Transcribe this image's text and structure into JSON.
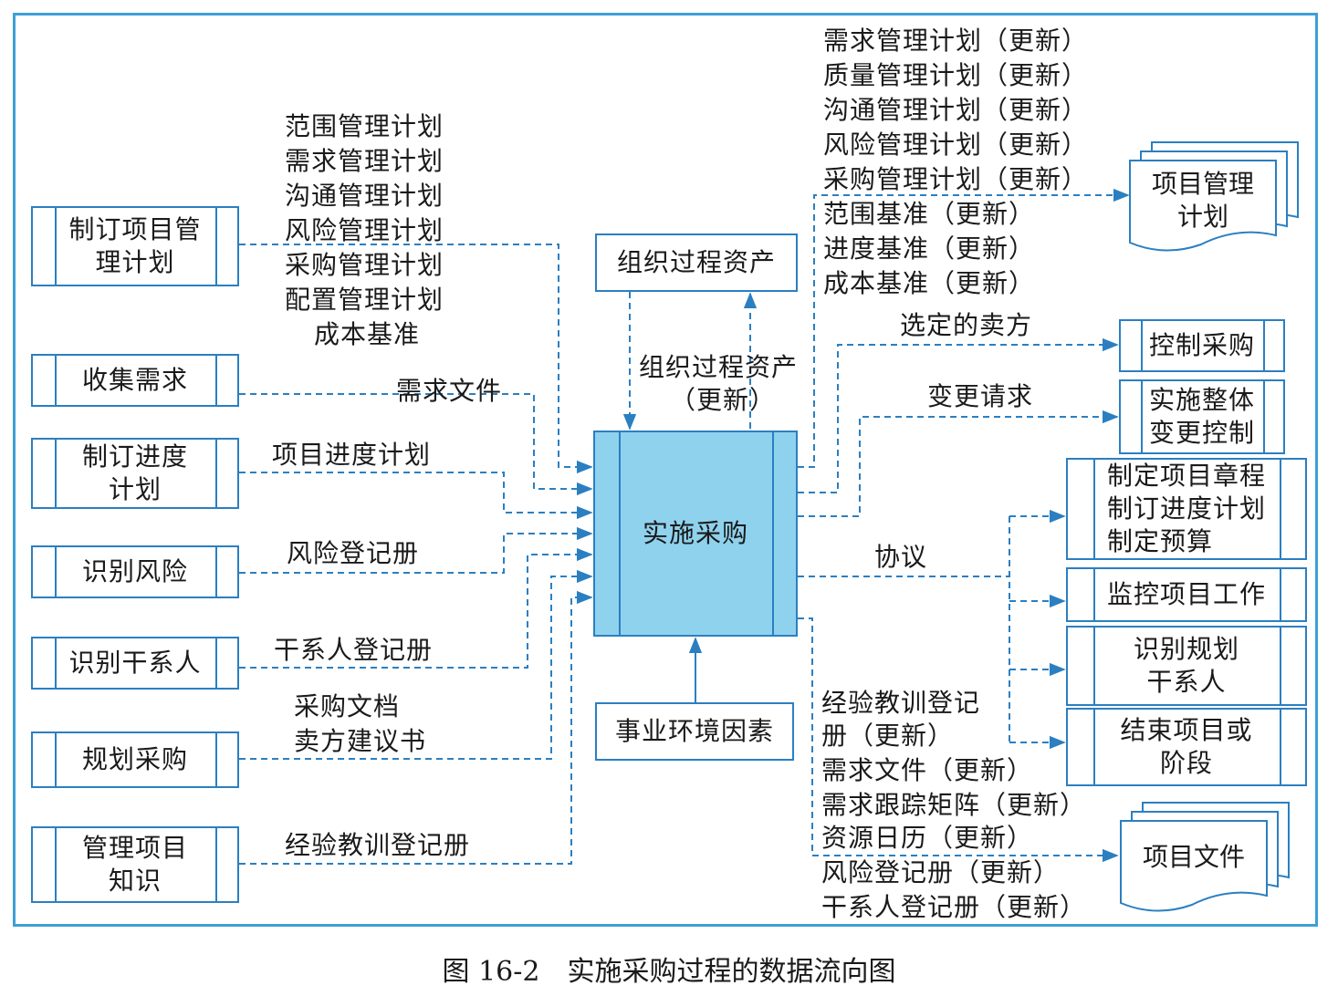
{
  "left_boxes": [
    {
      "id": "develop-pm-plan",
      "label": "制订项目管\n理计划"
    },
    {
      "id": "collect-requirements",
      "label": "收集需求"
    },
    {
      "id": "develop-schedule",
      "label": "制订进度\n计划"
    },
    {
      "id": "identify-risks",
      "label": "识别风险"
    },
    {
      "id": "identify-stakeholders",
      "label": "识别干系人"
    },
    {
      "id": "plan-procurement",
      "label": "规划采购"
    },
    {
      "id": "manage-project-knowledge",
      "label": "管理项目\n知识"
    }
  ],
  "left_inputs": {
    "pm_plan_components": [
      "范围管理计划",
      "需求管理计划",
      "沟通管理计划",
      "风险管理计划",
      "采购管理计划",
      "配置管理计划",
      "成本基准"
    ],
    "requirements_docs": "需求文件",
    "project_schedule": "项目进度计划",
    "risk_register": "风险登记册",
    "stakeholder_register": "干系人登记册",
    "procurement_docs": [
      "采购文档",
      "卖方建议书"
    ],
    "lessons_learned": "经验教训登记册"
  },
  "center": {
    "process": "实施采购",
    "opa_box": "组织过程资产",
    "opa_update_label": [
      "组织过程资产",
      "（更新）"
    ],
    "eef_box": "事业环境因素"
  },
  "right_outputs": {
    "pm_plan_updates": [
      "需求管理计划（更新）",
      "质量管理计划（更新）",
      "沟通管理计划（更新）",
      "风险管理计划（更新）",
      "采购管理计划（更新）",
      "范围基准（更新）",
      "进度基准（更新）",
      "成本基准（更新）"
    ],
    "selected_sellers": "选定的卖方",
    "change_requests": "变更请求",
    "agreements": "协议",
    "project_docs_updates": [
      "经验教训登记",
      "册（更新）",
      "需求文件（更新）",
      "需求跟踪矩阵（更新）",
      "资源日历（更新）",
      "风险登记册（更新）",
      "干系人登记册（更新）"
    ]
  },
  "right_boxes": {
    "pm_plan_doc": "项目管理\n计划",
    "control_procurements": "控制采购",
    "integrated_change_control": "实施整体\n变更控制",
    "charter_schedule_budget": "制定项目章程\n制订进度计划\n制定预算",
    "monitor_control_work": "监控项目工作",
    "identify_stakeholders": "识别规划\n干系人",
    "close_project": "结束项目或\n阶段",
    "project_docs": "项目文件"
  },
  "caption": "图 16-2　实施采购过程的数据流向图",
  "colors": {
    "line": "#2b7fc1",
    "center_fill": "#8fd2ee",
    "frame": "#3d9fd6"
  }
}
